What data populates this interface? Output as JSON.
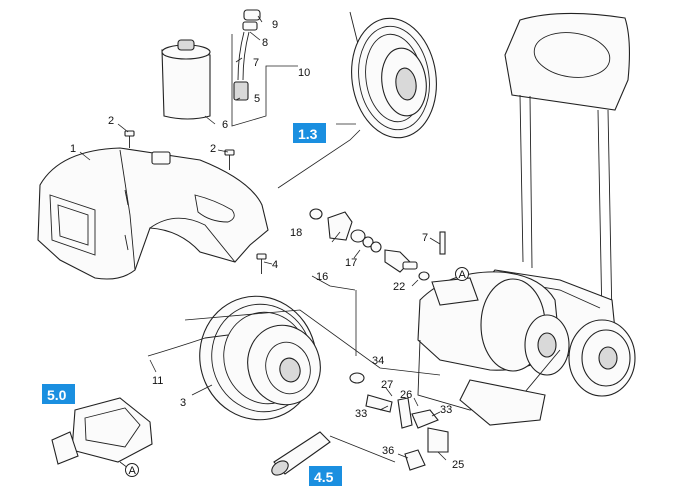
{
  "callouts": [
    "1",
    "2",
    "2",
    "3",
    "4",
    "5",
    "6",
    "7",
    "7",
    "8",
    "9",
    "10",
    "11",
    "16",
    "17",
    "18",
    "22",
    "25",
    "26",
    "27",
    "33",
    "33",
    "34",
    "36"
  ],
  "section_boxes": [
    "1.3",
    "4.5",
    "5.0"
  ],
  "connector_marks": [
    "A",
    "A"
  ],
  "colors": {
    "section_box": "#1a8fe0",
    "line": "#222222"
  }
}
